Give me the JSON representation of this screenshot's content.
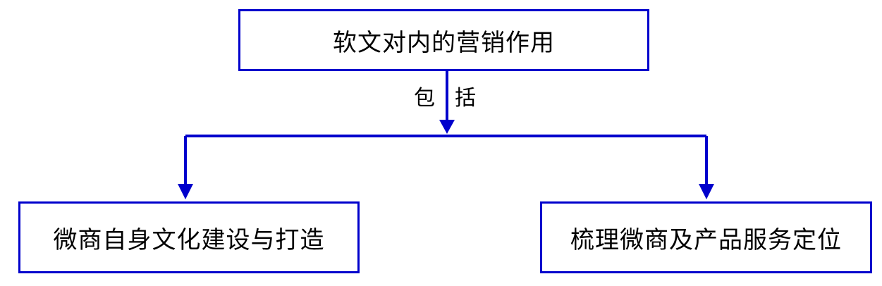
{
  "diagram": {
    "root": {
      "label": "软文对内的营销作用"
    },
    "edge_label": "包括",
    "children": [
      {
        "label": "微商自身文化建设与打造"
      },
      {
        "label": "梳理微商及产品服务定位"
      }
    ]
  },
  "colors": {
    "stroke": "#0000cc",
    "text": "#000000",
    "background": "#ffffff"
  }
}
